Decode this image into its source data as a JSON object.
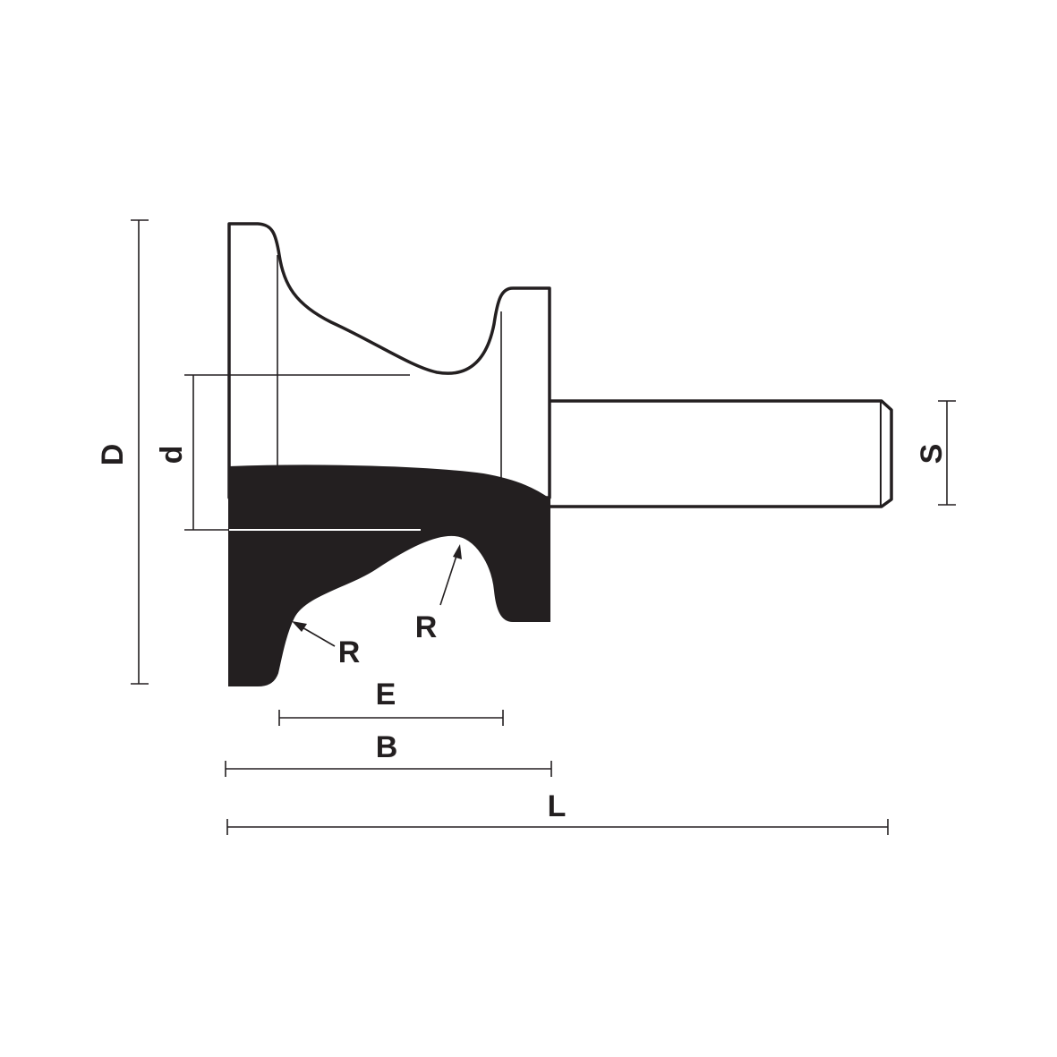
{
  "diagram": {
    "colors": {
      "ink": "#231f20",
      "background": "#ffffff"
    },
    "labels": {
      "overall_diameter": "D",
      "inner_diameter": "d",
      "shank_diameter": "S",
      "radius_left": "R",
      "radius_right": "R",
      "cutting_width": "E",
      "body_length": "B",
      "overall_length": "L"
    }
  }
}
